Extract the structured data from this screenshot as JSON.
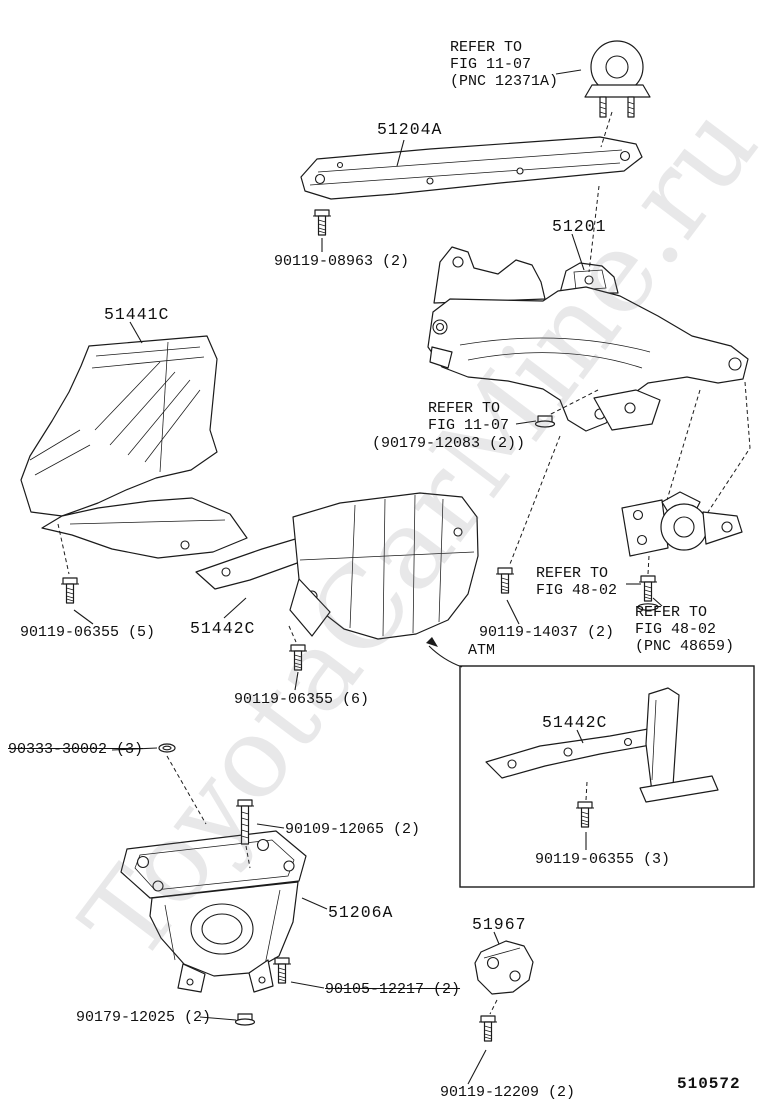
{
  "diagram": {
    "number": "510572",
    "watermark": "ToyotaCarMine.ru"
  },
  "callouts": {
    "refer_fig_11_07_pnc_12371a": "REFER TO\nFIG 11-07\n(PNC 12371A)",
    "part_51204a": "51204A",
    "bolt_90119_08963": "90119-08963 (2)",
    "part_51201": "51201",
    "part_51441c": "51441C",
    "refer_fig_11_07": "REFER TO\nFIG 11-07",
    "nut_90179_12083": "(90179-12083 (2))",
    "bolt_90119_06355_5": "90119-06355 (5)",
    "part_51442c": "51442C",
    "bolt_90119_14037": "90119-14037 (2)",
    "refer_fig_48_02": "REFER TO\nFIG 48-02",
    "refer_fig_48_02_pnc_48659": "REFER TO\nFIG 48-02\n(PNC 48659)",
    "atm": "ATM",
    "bolt_90119_06355_6": "90119-06355 (6)",
    "bolt_90333_30002": "90333-30002 (3)",
    "part_51442c_atm": "51442C",
    "bolt_90109_12065": "90109-12065 (2)",
    "bolt_90119_06355_3": "90119-06355 (3)",
    "part_51206a": "51206A",
    "part_51967": "51967",
    "bolt_90105_12217": "90105-12217 (2)",
    "nut_90179_12025": "90179-12025 (2)",
    "bolt_90119_12209": "90119-12209 (2)"
  }
}
